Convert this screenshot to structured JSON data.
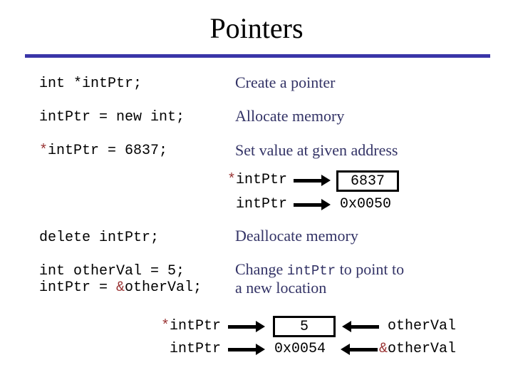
{
  "slide": {
    "title": "Pointers"
  },
  "colors": {
    "accent_line": "#3A35A8",
    "description_text": "#333366",
    "code_text": "#000000",
    "code_symbol": "#993333"
  },
  "statements": [
    {
      "code": "int *intPtr;",
      "description": "Create a pointer"
    },
    {
      "code": "intPtr = new int;",
      "description": "Allocate memory"
    },
    {
      "code_star": "*",
      "code": "intPtr = 6837;",
      "description": "Set value at given address"
    },
    {
      "code": "delete intPtr;",
      "description": "Deallocate memory"
    },
    {
      "code": "int otherVal = 5;"
    },
    {
      "code_pre": "intPtr = ",
      "code_amp": "&",
      "code_post": "otherVal;",
      "description_pre": "Change ",
      "description_code": "intPtr",
      "description_post": " to point to",
      "description_line2": "a new location"
    }
  ],
  "diagrams": [
    {
      "deref": {
        "star": "*",
        "name": "intPtr"
      },
      "boxed_value": "6837",
      "pointer": {
        "name": "intPtr",
        "address": "0x0050"
      }
    },
    {
      "deref": {
        "star": "*",
        "name": "intPtr"
      },
      "boxed_value": "5",
      "value_variable": "otherVal",
      "pointer": {
        "name": "intPtr",
        "address": "0x0054"
      },
      "address_expr": {
        "amp": "&",
        "name": "otherVal"
      }
    }
  ]
}
